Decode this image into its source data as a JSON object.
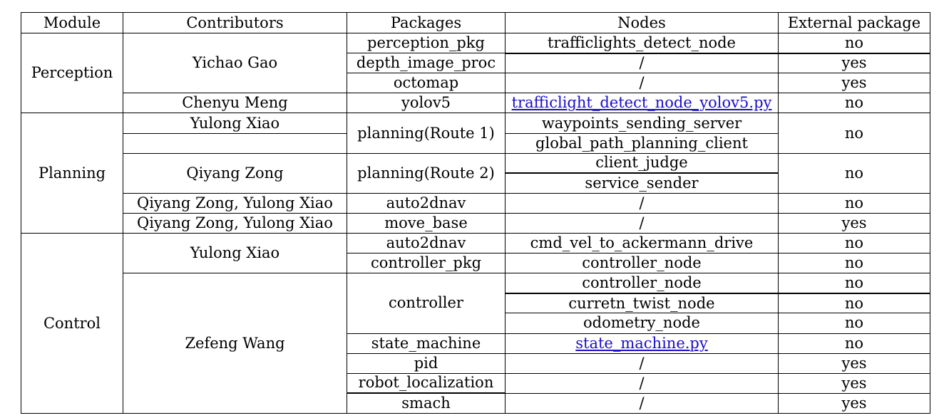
{
  "headers": [
    "Module",
    "Contributors",
    "Packages",
    "Nodes",
    "External package"
  ],
  "modules": {
    "perception": "Perception",
    "planning": "Planning",
    "control": "Control"
  },
  "contributors": {
    "yichao_gao": "Yichao Gao",
    "chenyu_meng": "Chenyu Meng",
    "yulong_xiao_planning": "Yulong Xiao",
    "qiyang_zong": "Qiyang Zong",
    "qiyang_yulong_1": "Qiyang Zong, Yulong Xiao",
    "qiyang_yulong_2": "Qiyang Zong, Yulong Xiao",
    "yulong_xiao_control": "Yulong Xiao",
    "zefeng_wang": "Zefeng Wang"
  },
  "packages": {
    "p1": "perception_pkg",
    "p2": "depth_image_proc",
    "p3": "octomap",
    "p4": "yolov5",
    "p5": "planning(Route 1)",
    "p6": "planning(Route 2)",
    "p7": "auto2dnav",
    "p8": "move_base",
    "p9": "auto2dnav",
    "p10": "controller_pkg",
    "p11": "controller",
    "p12": "state_machine",
    "p13": "pid",
    "p14": "robot_localization",
    "p15": "smach"
  },
  "nodes": {
    "n1": "trafficlights_detect_node",
    "n2": "/",
    "n3": "/",
    "n4": "trafficlight_detect_node_yolov5.py",
    "n5": "waypoints_sending_server",
    "n6": "global_path_planning_client",
    "n7": "client_judge",
    "n8": "service_sender",
    "n9": "/",
    "n10": "/",
    "n11": "cmd_vel_to_ackermann_drive",
    "n12": "controller_node",
    "n13": "controller_node",
    "n14": "curretn_twist_node",
    "n15": "odometry_node",
    "n16": "state_machine.py",
    "n17": "/",
    "n18": "/",
    "n19": "/"
  },
  "external": {
    "e1": "no",
    "e2": "yes",
    "e3": "yes",
    "e4": "no",
    "e5": "no",
    "e6": "no",
    "e7": "no",
    "e8": "yes",
    "e9": "no",
    "e10": "no",
    "e11": "no",
    "e12": "no",
    "e13": "no",
    "e14": "no",
    "e15": "yes",
    "e16": "yes",
    "e17": "yes"
  },
  "colors": {
    "link": "#1a0dcc"
  }
}
